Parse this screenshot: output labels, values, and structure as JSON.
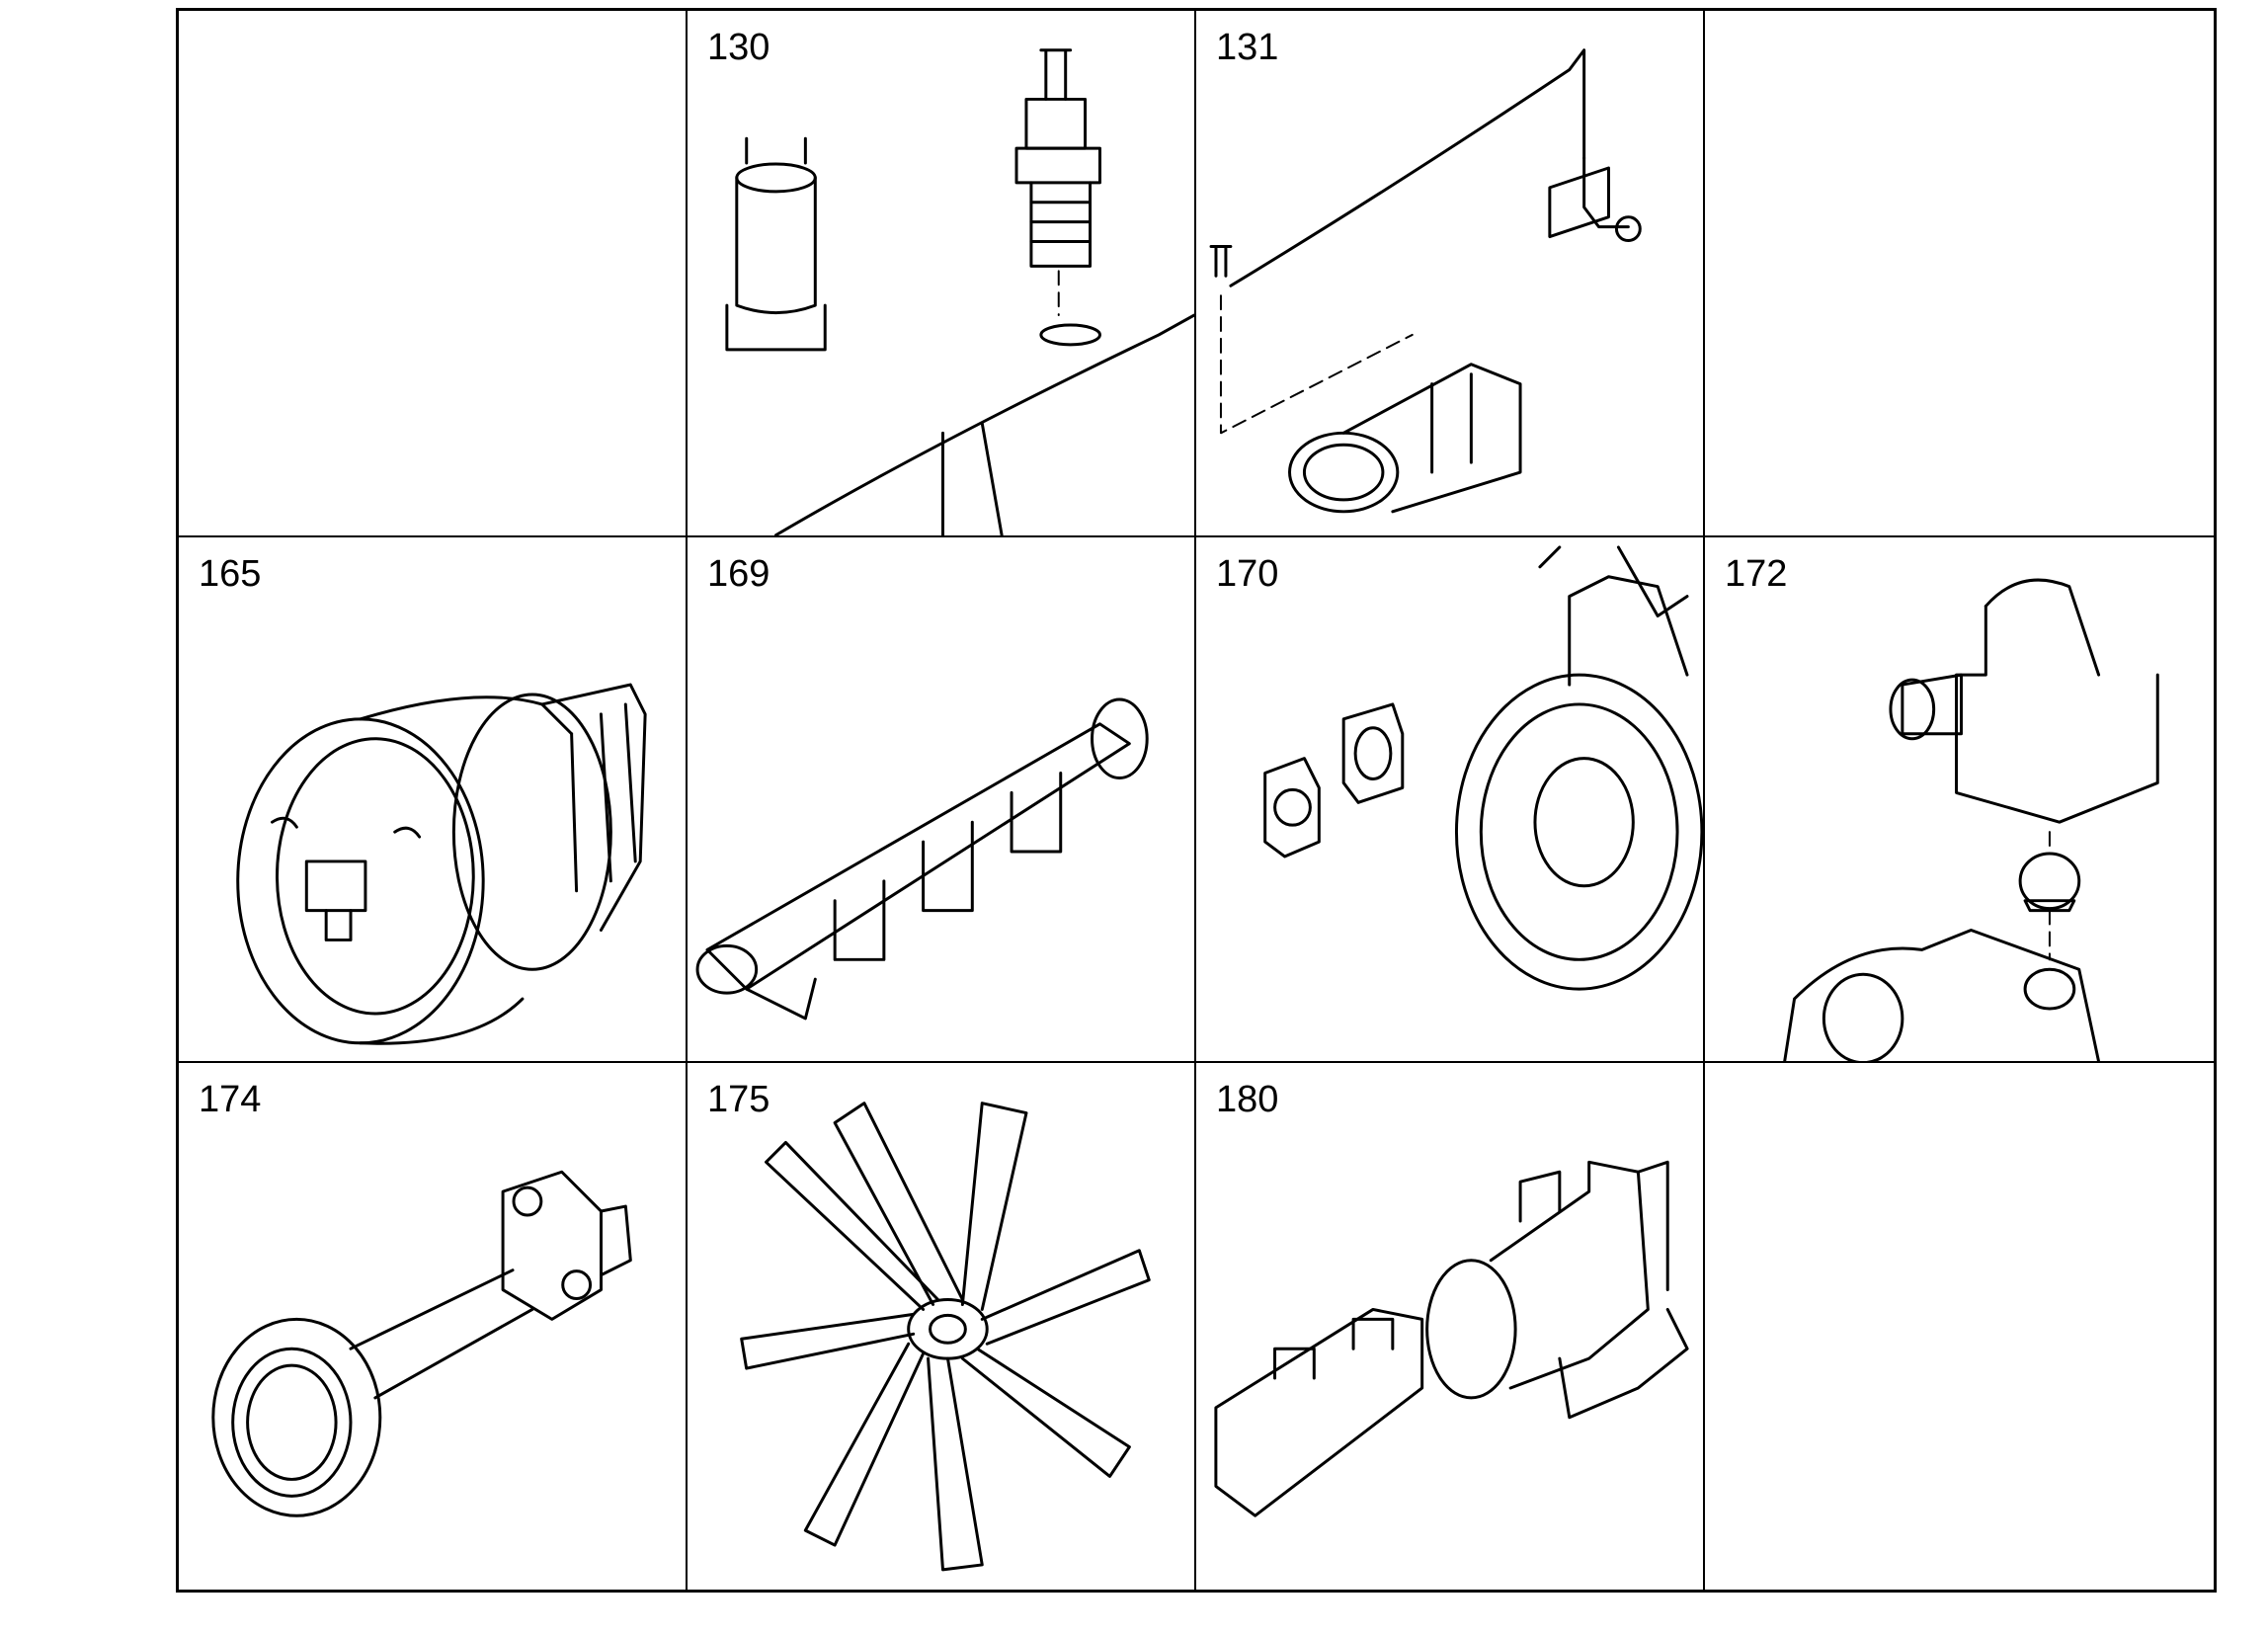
{
  "cells": [
    {
      "number": "",
      "part": "empty"
    },
    {
      "number": "130",
      "part": "glow-plug-and-relay"
    },
    {
      "number": "131",
      "part": "glow-plug-line-and-intake"
    },
    {
      "number": "",
      "part": "empty"
    },
    {
      "number": "165",
      "part": "vibration-damper-pulley"
    },
    {
      "number": "169",
      "part": "intake-manifold"
    },
    {
      "number": "170",
      "part": "flywheel-housing"
    },
    {
      "number": "172",
      "part": "thermostat-housing"
    },
    {
      "number": "174",
      "part": "drive-shaft"
    },
    {
      "number": "175",
      "part": "fan"
    },
    {
      "number": "180",
      "part": "exhaust-manifold"
    },
    {
      "number": "",
      "part": "empty"
    }
  ]
}
